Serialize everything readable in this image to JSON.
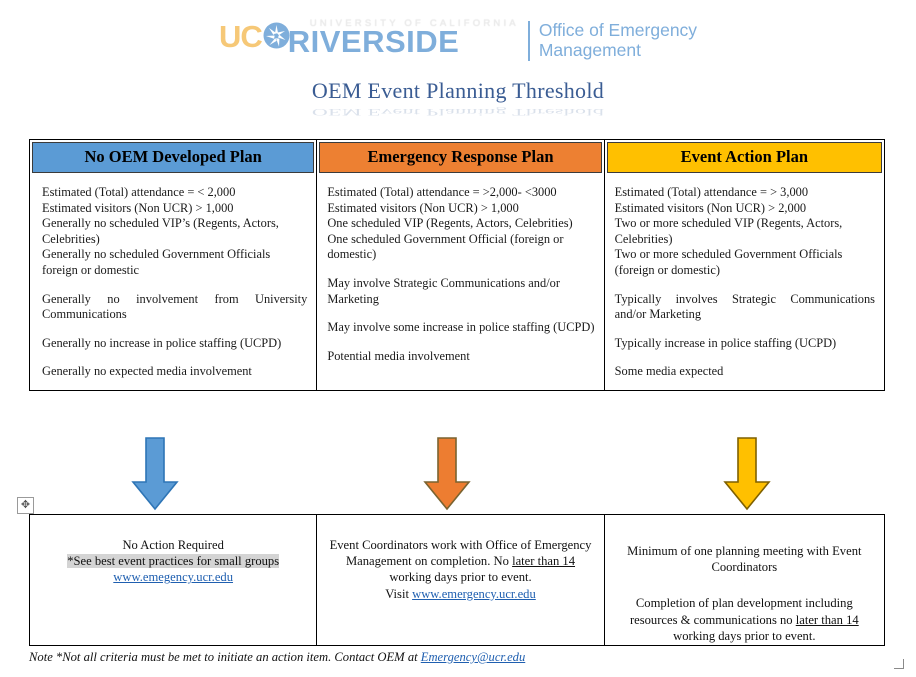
{
  "logo": {
    "uc": "UC",
    "university_line": "UNIVERSITY OF CALIFORNIA",
    "riverside": "RIVERSIDE",
    "office_line1": "Office of Emergency",
    "office_line2": "Management"
  },
  "document": {
    "title": "OEM Event Planning Threshold",
    "footer_note_text": "Note *Not all criteria must be met to initiate an action item. Contact OEM at ",
    "footer_note_link": "Emergency@ucr.edu"
  },
  "colors": {
    "header_blue": "#5B9BD5",
    "header_orange": "#ED8032",
    "header_gold": "#FFC000",
    "title_blue": "#3A5C93",
    "logo_gold": "#F6C877",
    "logo_blue": "#7FAEDB",
    "link_blue": "#1F5FB0",
    "highlight_gray": "#D4D4D4"
  },
  "criteria_columns": [
    {
      "header": "No OEM Developed Plan",
      "header_color": "blue",
      "lines": [
        {
          "text": "Estimated (Total) attendance =  < 2,000",
          "gap": false,
          "justify": false
        },
        {
          "text": "Estimated visitors (Non UCR) > 1,000",
          "gap": false,
          "justify": false
        },
        {
          "text": " Generally no scheduled VIP’s (Regents, Actors, Celebrities)",
          "gap": false,
          "justify": false
        },
        {
          "text": "Generally no scheduled Government Officials foreign or domestic",
          "gap": false,
          "justify": false
        },
        {
          "text": "Generally no involvement from University Communications",
          "gap": true,
          "justify": true
        },
        {
          "text": "Generally no increase in police staffing (UCPD)",
          "gap": true,
          "justify": false
        },
        {
          "text": "Generally no expected media involvement",
          "gap": true,
          "justify": false
        }
      ]
    },
    {
      "header": "Emergency Response Plan",
      "header_color": "orange",
      "lines": [
        {
          "text": "Estimated (Total) attendance =  >2,000- <3000",
          "gap": false,
          "justify": false
        },
        {
          "text": "Estimated visitors (Non UCR) > 1,000",
          "gap": false,
          "justify": false
        },
        {
          "text": "One scheduled VIP (Regents, Actors, Celebrities)",
          "gap": false,
          "justify": false
        },
        {
          "text": "One scheduled Government Official (foreign or domestic)",
          "gap": false,
          "justify": false
        },
        {
          "text": "May involve Strategic Communications and/or Marketing",
          "gap": true,
          "justify": false
        },
        {
          "text": "May involve some increase in police staffing (UCPD)",
          "gap": true,
          "justify": false
        },
        {
          "text": "Potential media involvement",
          "gap": true,
          "justify": false
        }
      ]
    },
    {
      "header": "Event Action Plan",
      "header_color": "gold",
      "lines": [
        {
          "text": "Estimated (Total) attendance =  > 3,000",
          "gap": false,
          "justify": false
        },
        {
          "text": "Estimated visitors (Non UCR) > 2,000",
          "gap": false,
          "justify": false
        },
        {
          "text": "Two or more scheduled VIP (Regents, Actors, Celebrities)",
          "gap": false,
          "justify": false
        },
        {
          "text": "Two or more scheduled Government Officials (foreign or domestic)",
          "gap": false,
          "justify": false
        },
        {
          "text": "Typically involves Strategic Communications and/or Marketing",
          "gap": true,
          "justify": true
        },
        {
          "text": "Typically increase in police staffing (UCPD)",
          "gap": true,
          "justify": false
        },
        {
          "text": "Some media expected",
          "gap": true,
          "justify": false
        }
      ]
    }
  ],
  "arrows": [
    {
      "name": "arrow-down-blue",
      "color": "#5B9BD5",
      "stroke": "#2E75B6"
    },
    {
      "name": "arrow-down-orange",
      "color": "#ED7D31",
      "stroke": "#7F6000"
    },
    {
      "name": "arrow-down-gold",
      "color": "#FFC000",
      "stroke": "#7F6000"
    }
  ],
  "action_columns": [
    {
      "line1": "No Action Required",
      "line2": "*See best event practices for small groups",
      "link": "www.emegency.ucr.edu"
    },
    {
      "text_a": "Event Coordinators work with Office of Emergency Management on completion. No ",
      "underlined": "later than 14",
      "text_b": " working days prior to event.",
      "visit_label": "Visit ",
      "link": "www.emergency.ucr.edu"
    },
    {
      "para1": "Minimum of one planning meeting with Event Coordinators",
      "para2_a": "Completion of plan development including resources & communications no ",
      "para2_underlined": "later than 14",
      "para2_b": " working days prior to event."
    }
  ],
  "icons": {
    "table_move_handle": "✥"
  }
}
